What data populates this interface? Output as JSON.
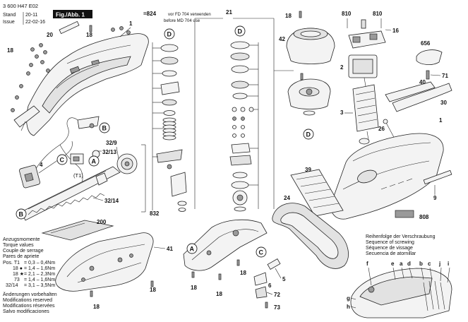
{
  "header": {
    "doc_number": "3 600 H47 E02",
    "stand_label": "Stand",
    "stand_value": "20-11",
    "issue_label": "Issue",
    "issue_value": "22-02-16",
    "fig_label": "Fig./Abb. 1"
  },
  "note_824": {
    "line1_star": "=824",
    "line1_rest": "vor FD 704 verwenden",
    "line2": "before MD 704 use"
  },
  "callouts": {
    "c1": "1",
    "c2": "2",
    "c3": "3",
    "c4": "4",
    "c5": "5",
    "c6": "6",
    "c9": "9",
    "c16": "16",
    "c18": "18",
    "c20": "20",
    "c21": "21",
    "c24": "24",
    "c26": "26",
    "c30": "30",
    "c32_9": "32/9",
    "c32_13": "32/13",
    "c32_14": "32/14",
    "c39": "39",
    "c40": "40",
    "c41": "41",
    "c42": "42",
    "c71": "71",
    "c72": "72",
    "c73": "73",
    "c200": "200",
    "c656": "656",
    "c808": "808",
    "c810": "810",
    "c832": "832",
    "t1": "(T1)"
  },
  "circle_labels": {
    "a": "A",
    "b": "B",
    "c": "C",
    "d": "D"
  },
  "torque_table": {
    "headings": [
      "Anzugsmomente",
      "Torque values",
      "Couple de serrage",
      "Pares de apriete"
    ],
    "rows": [
      {
        "pos": "Pos. T1",
        "range": "= 0,3 – 0,4Nm"
      },
      {
        "pos": "18 ●",
        "range": "= 1,4 – 1,6Nm"
      },
      {
        "pos": "18 ★",
        "range": "= 2,1 – 2,3Nm"
      },
      {
        "pos": "73",
        "range": "= 1,4 – 1,6Nm"
      },
      {
        "pos": "32/14",
        "range": "= 3,1 – 3,5Nm"
      }
    ]
  },
  "modifications": [
    "Änderungen vorbehalten",
    "Modifications reserved",
    "Modifications réservées",
    "Salvo modificaciones"
  ],
  "screw_sequence": {
    "headings": [
      "Reihenfolge der Verschraubung",
      "Sequence of screwing",
      "Séquence de vissage",
      "Secuencia de atornillar"
    ],
    "letters": [
      "f",
      "e",
      "a",
      "d",
      "b",
      "c",
      "j",
      "i",
      "g",
      "h"
    ]
  }
}
